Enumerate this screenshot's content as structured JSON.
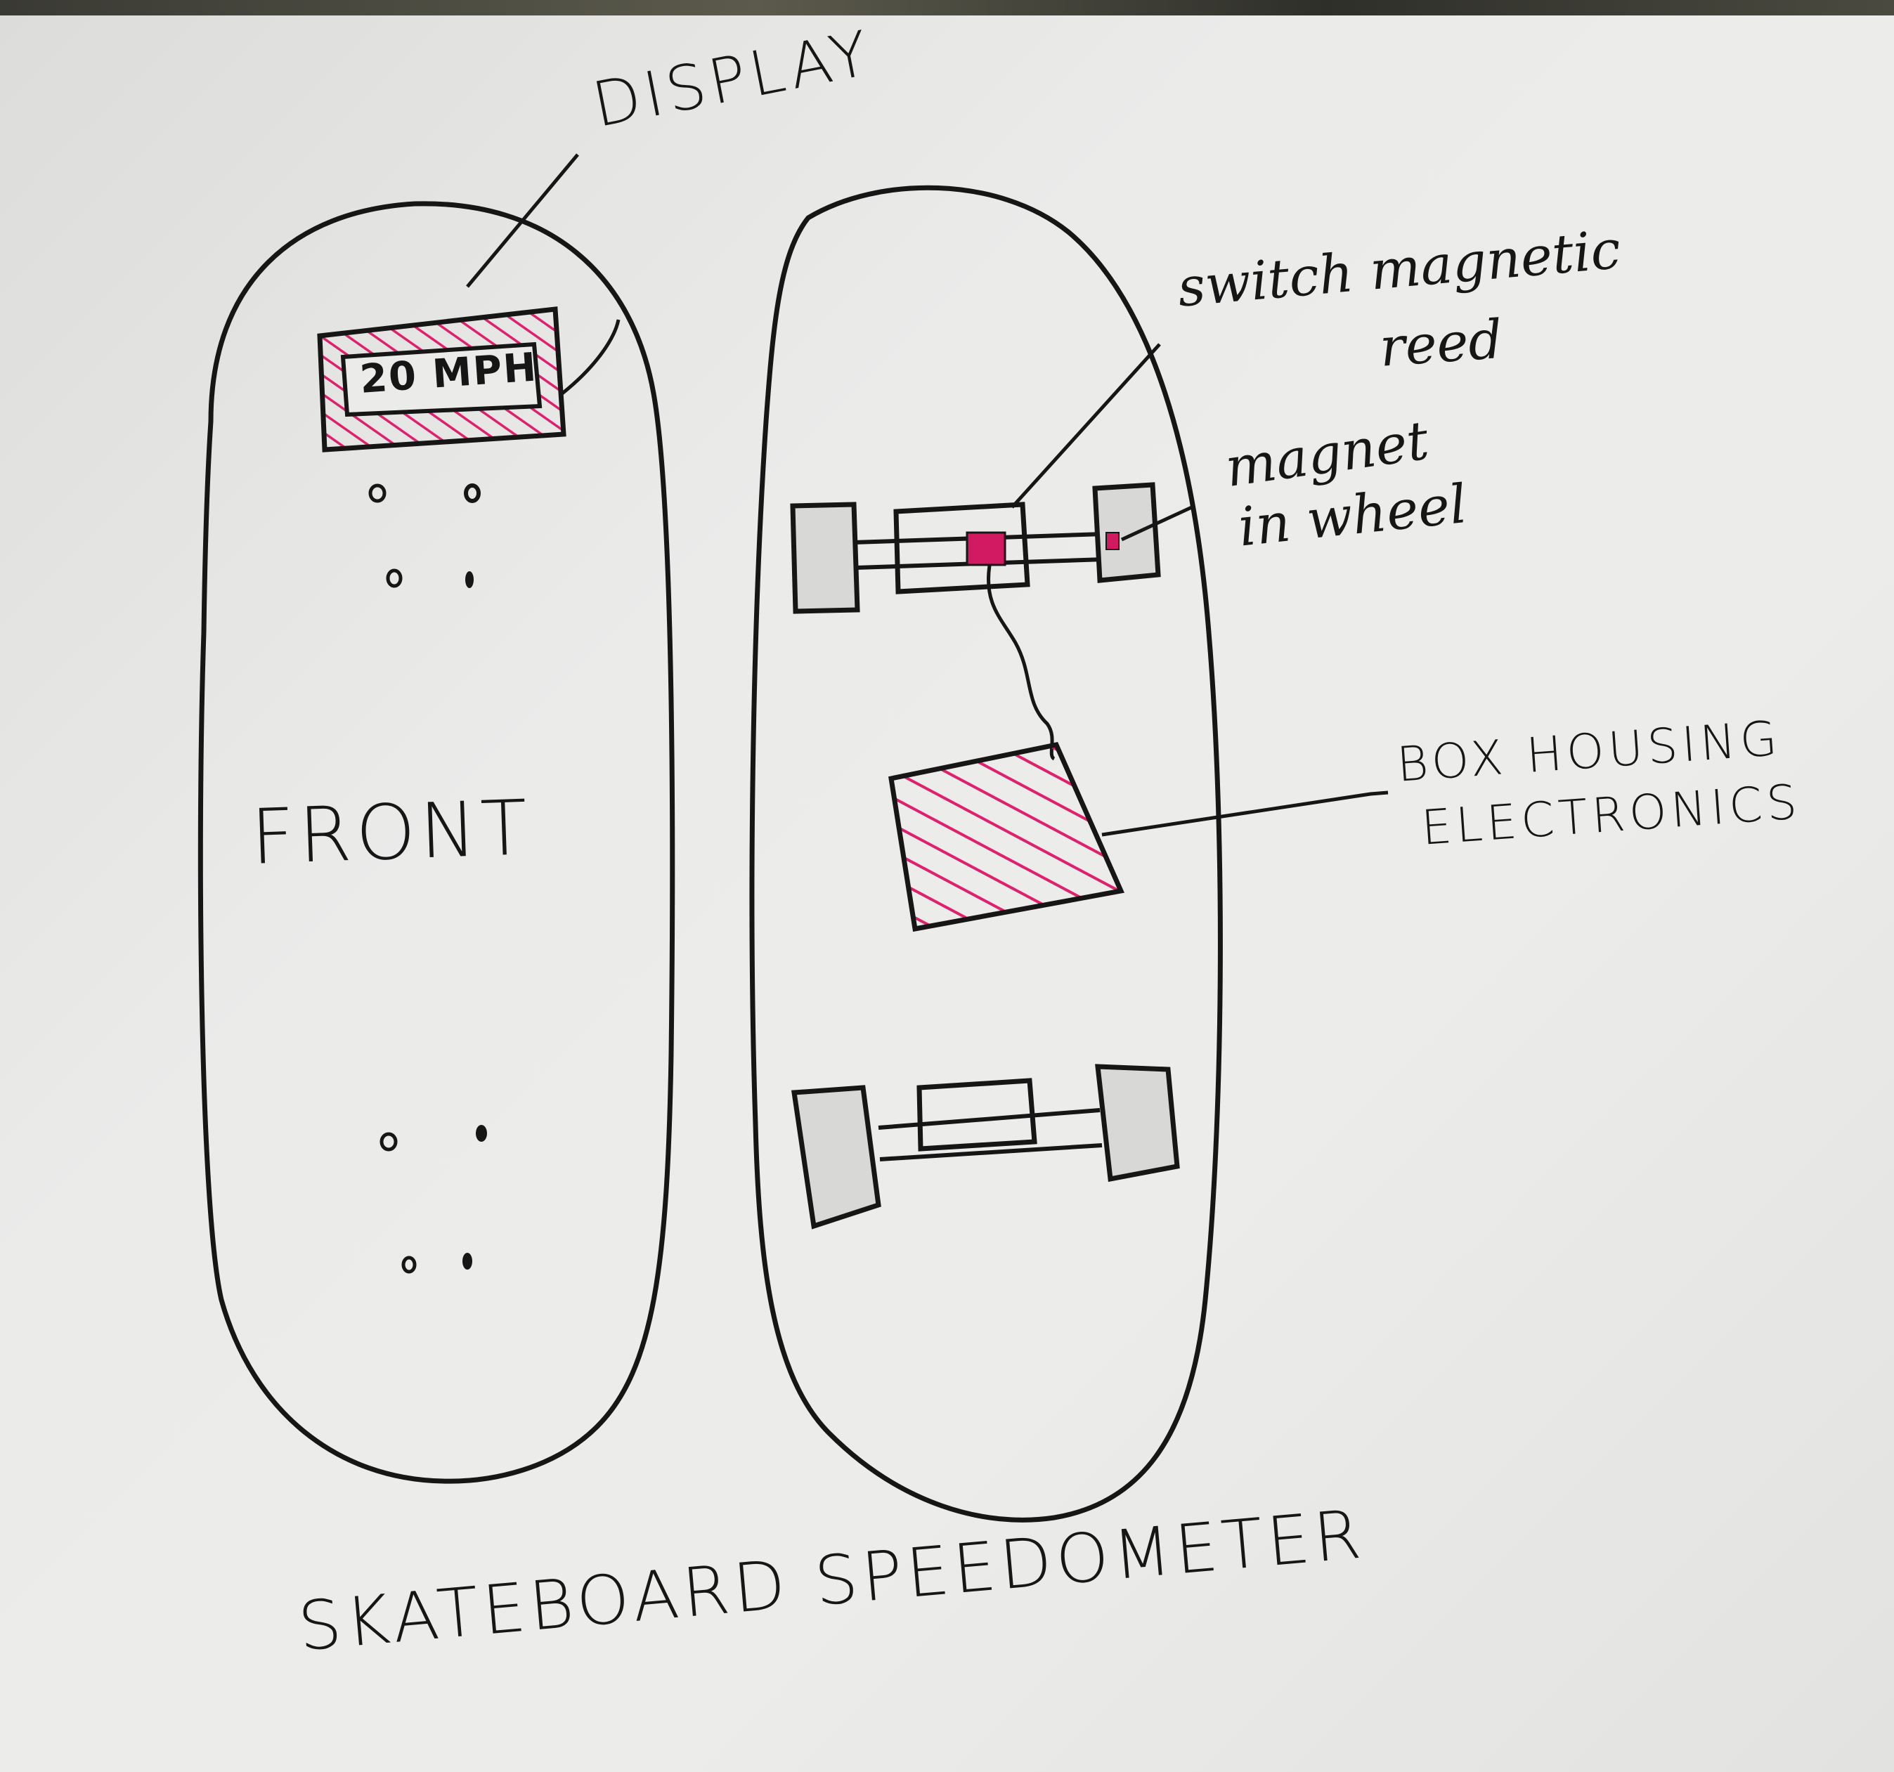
{
  "labels": {
    "display": "DISPLAY",
    "speed": "20 MPH",
    "front": "FRONT",
    "reed_switch_line1": "switch magnetic",
    "reed_switch_line2": "reed",
    "magnet_line1": "magnet",
    "magnet_line2": "in wheel",
    "box_line1": "BOX HOUSING",
    "box_line2": "ELECTRONICS",
    "title": "SKATEBOARD SPEEDOMETER"
  },
  "colors": {
    "ink": "#161616",
    "magenta": "#e0206e",
    "paper": "#ebebea"
  }
}
